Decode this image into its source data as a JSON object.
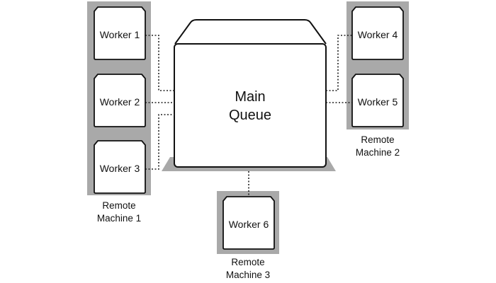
{
  "colors": {
    "machine_fill": "#a9a9a9",
    "box_stroke": "#111111",
    "box_fill": "#ffffff",
    "connector": "#222222"
  },
  "main_queue": {
    "line1": "Main",
    "line2": "Queue"
  },
  "workers": [
    {
      "label": "Worker 1"
    },
    {
      "label": "Worker 2"
    },
    {
      "label": "Worker 3"
    },
    {
      "label": "Worker 4"
    },
    {
      "label": "Worker 5"
    },
    {
      "label": "Worker 6"
    }
  ],
  "machines": [
    {
      "line1": "Remote",
      "line2": "Machine 1"
    },
    {
      "line1": "Remote",
      "line2": "Machine 2"
    },
    {
      "line1": "Remote",
      "line2": "Machine 3"
    }
  ]
}
